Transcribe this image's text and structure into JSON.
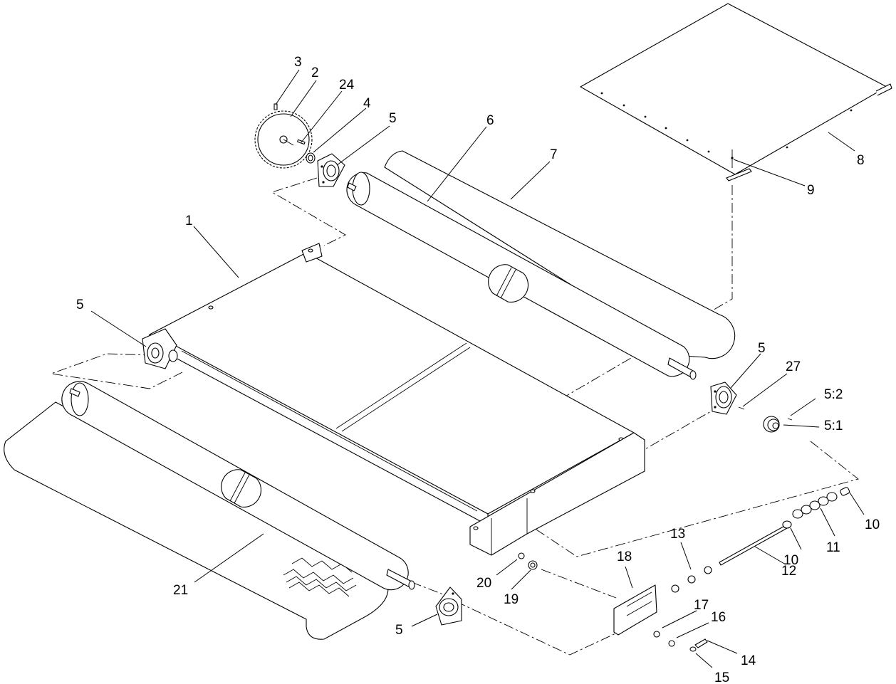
{
  "callouts": [
    {
      "id": "c3",
      "text": "3"
    },
    {
      "id": "c2",
      "text": "2"
    },
    {
      "id": "c24",
      "text": "24"
    },
    {
      "id": "c4",
      "text": "4"
    },
    {
      "id": "c5a",
      "text": "5"
    },
    {
      "id": "c6",
      "text": "6"
    },
    {
      "id": "c7",
      "text": "7"
    },
    {
      "id": "c8",
      "text": "8"
    },
    {
      "id": "c9",
      "text": "9"
    },
    {
      "id": "c1",
      "text": "1"
    },
    {
      "id": "c5b",
      "text": "5"
    },
    {
      "id": "c5c",
      "text": "5"
    },
    {
      "id": "c27",
      "text": "27"
    },
    {
      "id": "c5_2",
      "text": "5:2"
    },
    {
      "id": "c5_1",
      "text": "5:1"
    },
    {
      "id": "c10a",
      "text": "10"
    },
    {
      "id": "c11",
      "text": "11"
    },
    {
      "id": "c10b",
      "text": "10"
    },
    {
      "id": "c12",
      "text": "12"
    },
    {
      "id": "c13",
      "text": "13"
    },
    {
      "id": "c18",
      "text": "18"
    },
    {
      "id": "c17",
      "text": "17"
    },
    {
      "id": "c16",
      "text": "16"
    },
    {
      "id": "c14",
      "text": "14"
    },
    {
      "id": "c15",
      "text": "15"
    },
    {
      "id": "c20",
      "text": "20"
    },
    {
      "id": "c19",
      "text": "19"
    },
    {
      "id": "c21",
      "text": "21"
    },
    {
      "id": "c5d",
      "text": "5"
    }
  ]
}
